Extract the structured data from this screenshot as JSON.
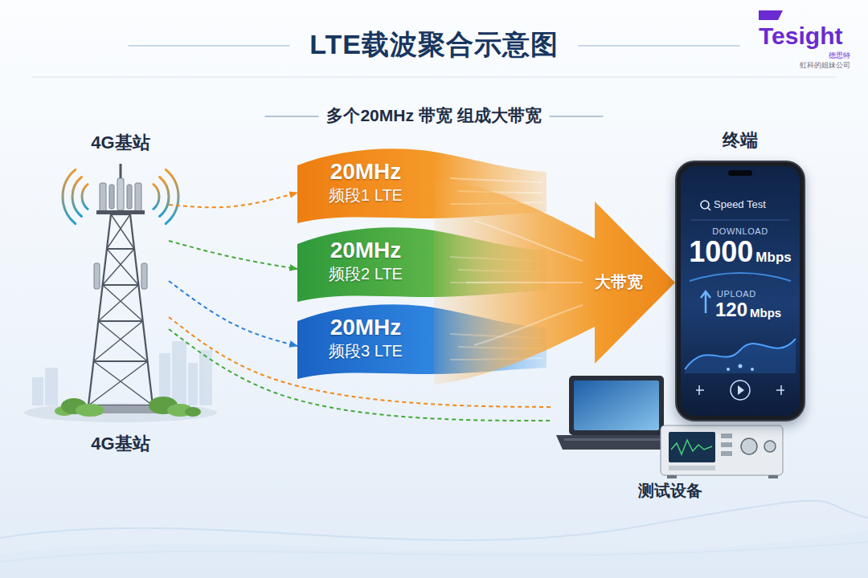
{
  "diagram": {
    "title": "LTE载波聚合示意图",
    "nodes": [
      {
        "text": [
          "4G基站",
          "4G基站"
        ]
      },
      {
        "text": [
          "20MHz",
          "频段1 LTE"
        ]
      },
      {
        "text": [
          "20MHz",
          "频段2 LTE"
        ]
      },
      {
        "text": [
          "20MHz",
          "频段3 LTE"
        ]
      },
      {
        "text": [
          "大带宽"
        ]
      },
      {
        "text": [
          "终端",
          "Speed Test",
          "DOWNLOAD",
          "1000",
          "Mbps",
          "UPLOAD",
          "120",
          "Mbps"
        ]
      },
      {
        "text": [
          "测试设备"
        ]
      }
    ],
    "edges": [
      {
        "from": 0,
        "to": 1,
        "arrow": "to"
      },
      {
        "from": 0,
        "to": 2,
        "arrow": "to"
      },
      {
        "from": 0,
        "to": 3,
        "arrow": "to"
      },
      {
        "from": 0,
        "to": 6,
        "arrow": "none"
      },
      {
        "from": 0,
        "to": 6,
        "arrow": "none"
      }
    ],
    "labels": [
      "多个20MHz 带宽 组成大带宽",
      "Tesight",
      "德思特",
      "虹科的姐妹公司"
    ]
  }
}
